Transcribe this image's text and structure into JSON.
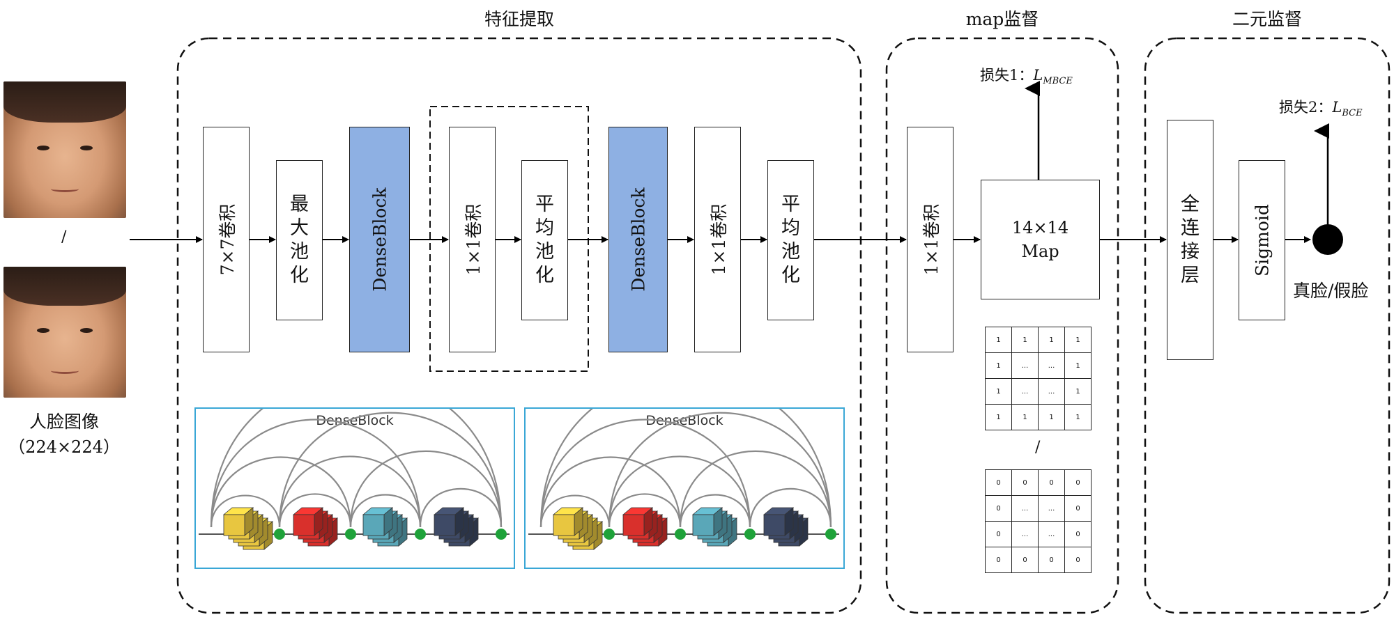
{
  "sections": {
    "feature": "特征提取",
    "map": "map监督",
    "binary": "二元监督"
  },
  "input": {
    "separator": "/",
    "label": "人脸图像",
    "size": "（224×224）"
  },
  "blocks": {
    "conv7": "7×7卷积",
    "maxpool": [
      "最",
      "大",
      "池",
      "化"
    ],
    "dense1": "DenseBlock",
    "conv1a": "1×1卷积",
    "avgpool1": [
      "平",
      "均",
      "池",
      "化"
    ],
    "dense2": "DenseBlock",
    "conv1b": "1×1卷积",
    "avgpool2": [
      "平",
      "均",
      "池",
      "化"
    ],
    "conv1c": "1×1卷积",
    "map": [
      "14×14",
      "Map"
    ],
    "fc": [
      "全",
      "连",
      "接",
      "层"
    ],
    "sigmoid": "Sigmoid"
  },
  "dense_panels": {
    "left_title": "DenseBlock",
    "right_title": "DenseBlock"
  },
  "loss1": {
    "prefix": "损失1：",
    "symbol": "L",
    "sub": "MBCE"
  },
  "loss2": {
    "prefix": "损失2：",
    "symbol": "L",
    "sub": "BCE"
  },
  "output_label": "真脸/假脸",
  "map_sep": "/",
  "grid_ones": [
    [
      "1",
      "1",
      "1",
      "1"
    ],
    [
      "1",
      "...",
      "...",
      "1"
    ],
    [
      "1",
      "...",
      "...",
      "1"
    ],
    [
      "1",
      "1",
      "1",
      "1"
    ]
  ],
  "grid_zeros": [
    [
      "0",
      "0",
      "0",
      "0"
    ],
    [
      "0",
      "...",
      "...",
      "0"
    ],
    [
      "0",
      "...",
      "...",
      "0"
    ],
    [
      "0",
      "0",
      "0",
      "0"
    ]
  ],
  "colors": {
    "dense_fill": "#8eb0e3",
    "panel_border": "#3aa7d6",
    "cube_yellow": "#e8c640",
    "cube_red": "#d9302c",
    "cube_teal": "#5aa7b8",
    "cube_navy": "#3e4a66",
    "node_green": "#1fa23a"
  }
}
